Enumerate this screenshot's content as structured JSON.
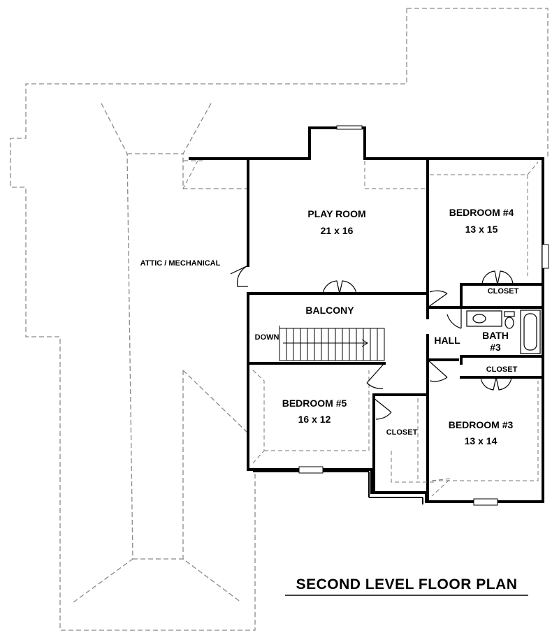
{
  "title": "SECOND LEVEL FLOOR PLAN",
  "rooms": {
    "attic": {
      "name": "ATTIC / MECHANICAL"
    },
    "play_room": {
      "name": "PLAY ROOM",
      "size": "21 x 16"
    },
    "bedroom4": {
      "name": "BEDROOM #4",
      "size": "13 x 15"
    },
    "closet4": {
      "name": "CLOSET"
    },
    "balcony": {
      "name": "BALCONY"
    },
    "stairs": {
      "label": "DOWN"
    },
    "hall": {
      "name": "HALL"
    },
    "bath3": {
      "name": "BATH",
      "number": "#3"
    },
    "closet3": {
      "name": "CLOSET"
    },
    "bedroom5": {
      "name": "BEDROOM #5",
      "size": "16 x 12"
    },
    "closet5": {
      "name": "CLOSET"
    },
    "bedroom3": {
      "name": "BEDROOM #3",
      "size": "13 x 14"
    }
  }
}
